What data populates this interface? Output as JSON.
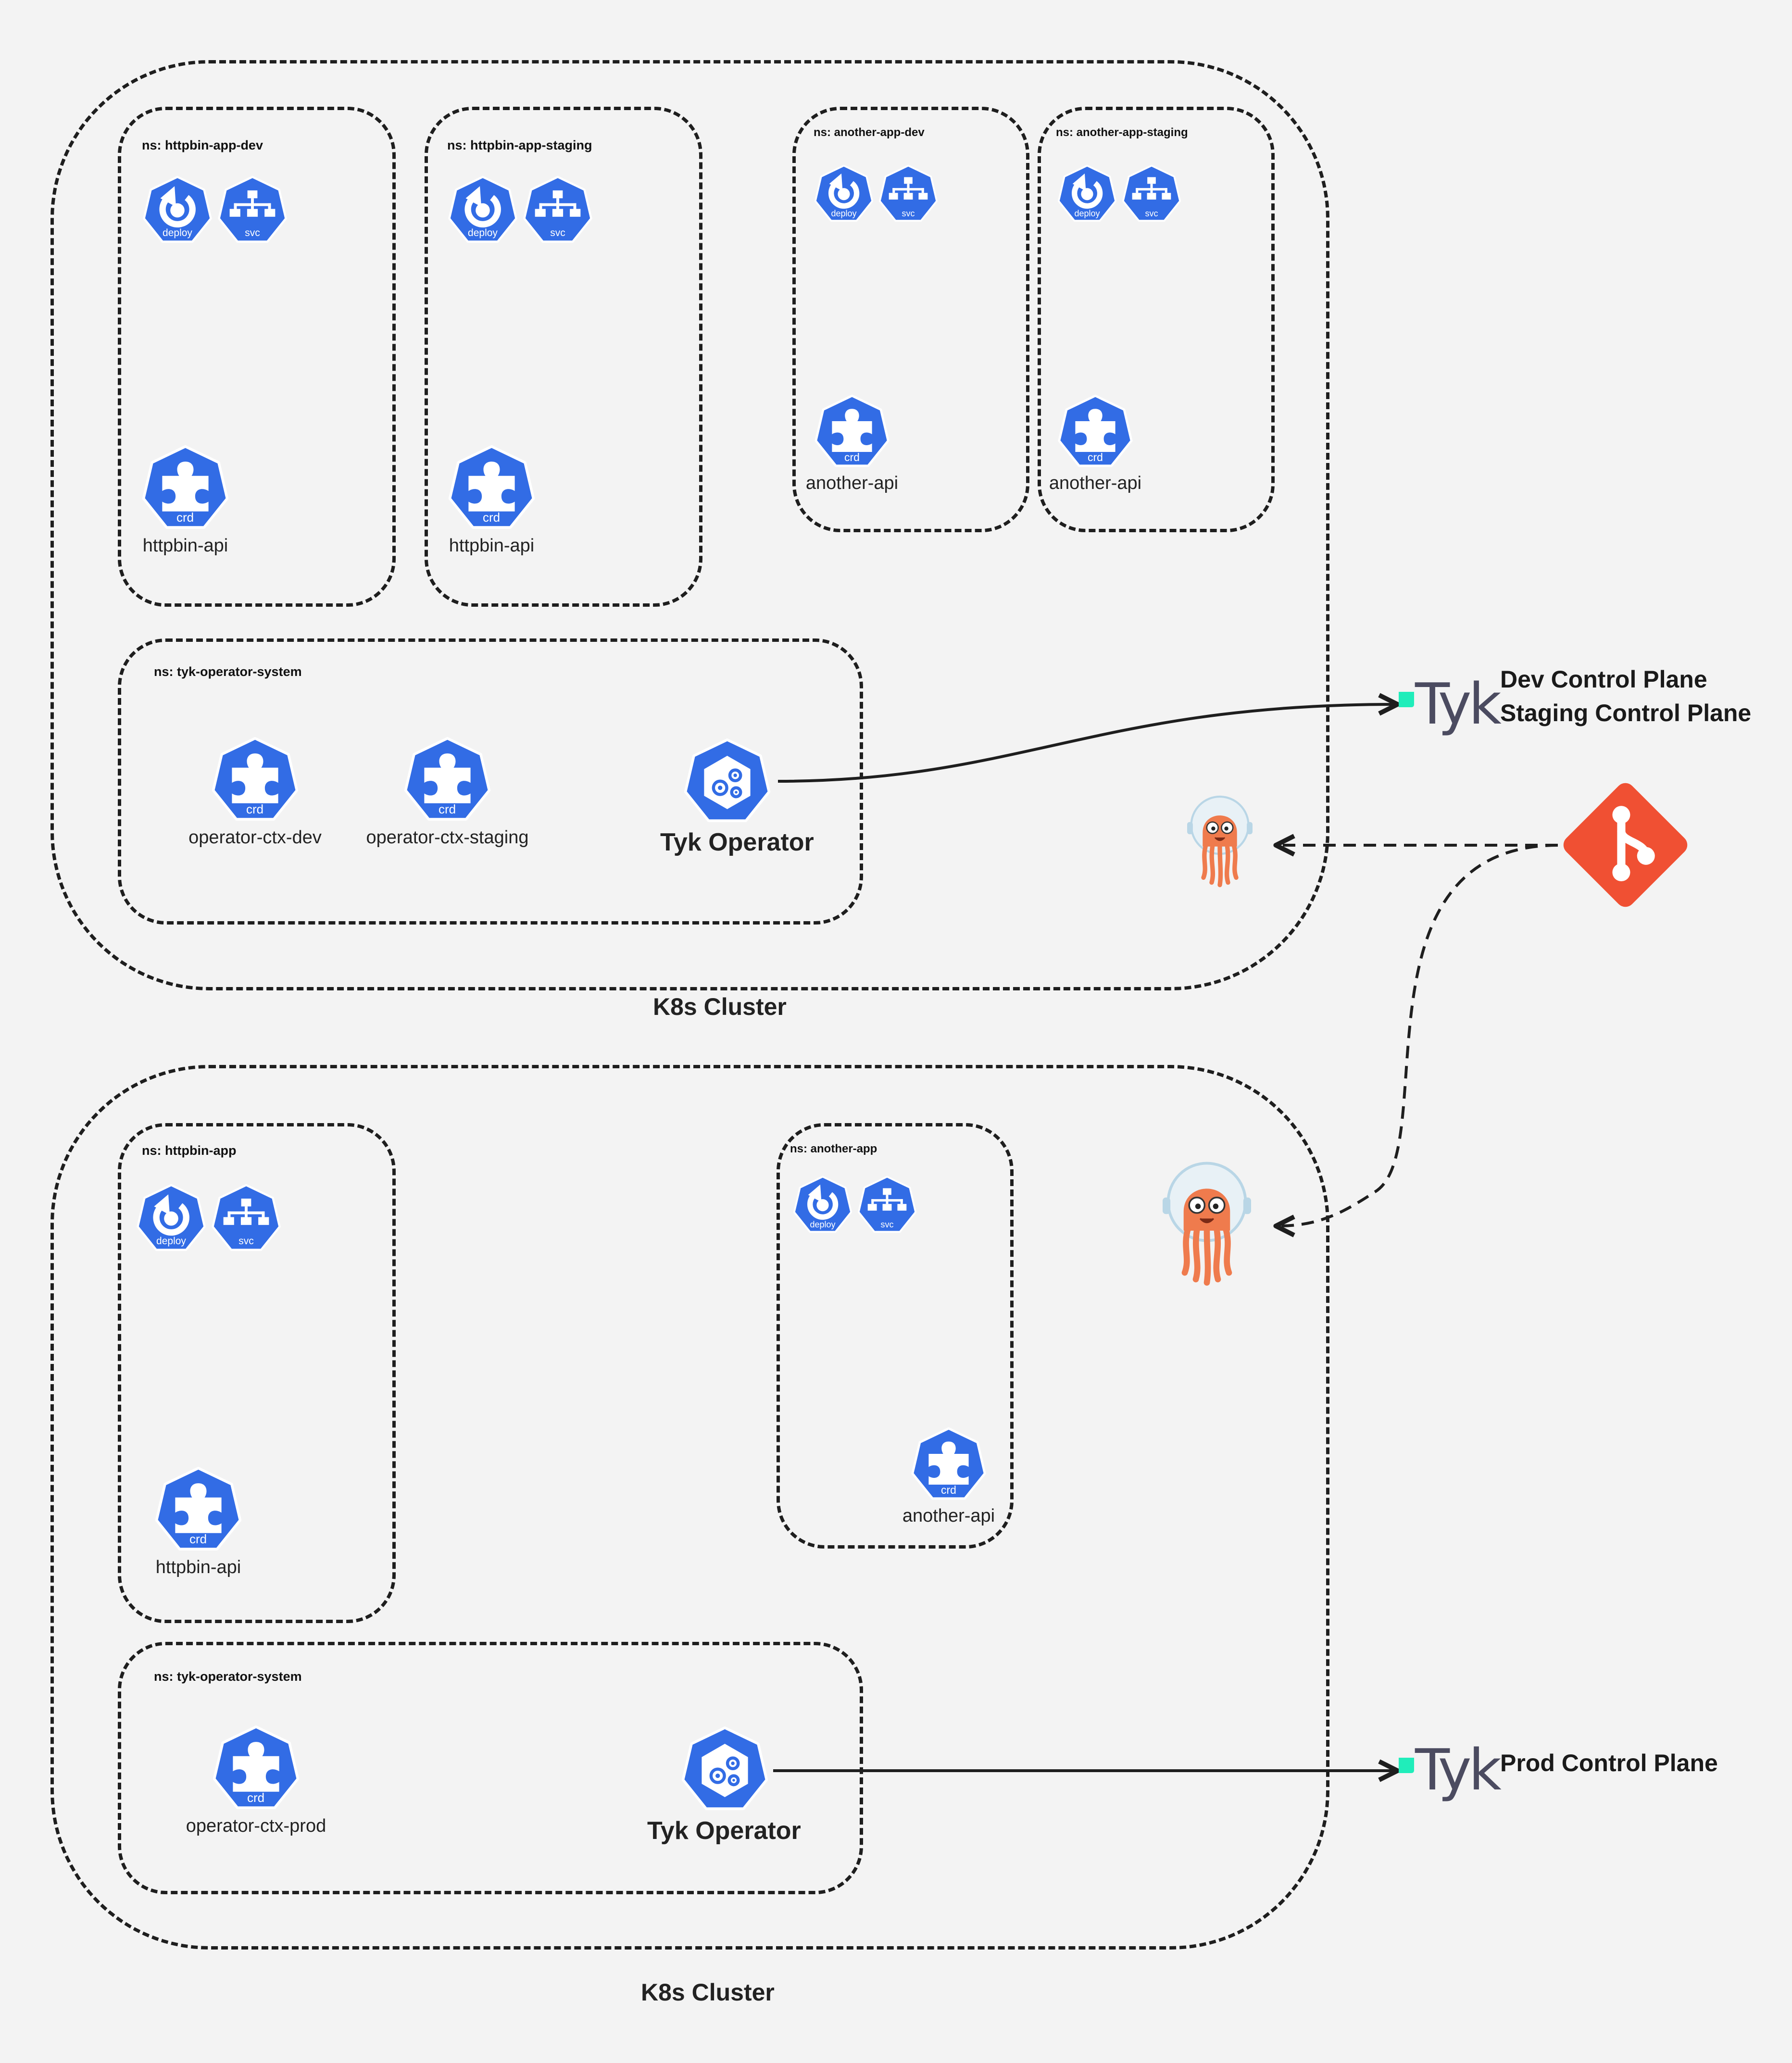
{
  "clusters": [
    {
      "label": "K8s Cluster",
      "namespaces": [
        {
          "label": "ns: httpbin-app-dev",
          "api": "httpbin-api"
        },
        {
          "label": "ns: httpbin-app-staging",
          "api": "httpbin-api"
        },
        {
          "label": "ns: another-app-dev",
          "api": "another-api"
        },
        {
          "label": "ns: another-app-staging",
          "api": "another-api"
        }
      ],
      "operator_ns": {
        "label": "ns: tyk-operator-system",
        "contexts": [
          "operator-ctx-dev",
          "operator-ctx-staging"
        ],
        "operator": "Tyk Operator"
      }
    },
    {
      "label": "K8s Cluster",
      "namespaces": [
        {
          "label": "ns: httpbin-app",
          "api": "httpbin-api"
        },
        {
          "label": "ns: another-app",
          "api": "another-api"
        }
      ],
      "operator_ns": {
        "label": "ns: tyk-operator-system",
        "contexts": [
          "operator-ctx-prod"
        ],
        "operator": "Tyk Operator"
      }
    }
  ],
  "icon_labels": {
    "deploy": "deploy",
    "svc": "svc",
    "crd": "crd"
  },
  "control_planes": {
    "brand": "Tyk",
    "top": [
      "Dev Control Plane",
      "Staging Control Plane"
    ],
    "bottom": "Prod Control Plane"
  },
  "icons": [
    "kubernetes-deploy-icon",
    "kubernetes-svc-icon",
    "kubernetes-crd-icon",
    "tyk-operator-icon",
    "argocd-octopus-icon",
    "git-icon",
    "tyk-logo"
  ],
  "colors": {
    "k8s_blue": "#326ce5",
    "git_red": "#f05033",
    "argo_orange": "#ef7b4d",
    "tyk_teal": "#20edba",
    "background": "#f3f3f3"
  }
}
